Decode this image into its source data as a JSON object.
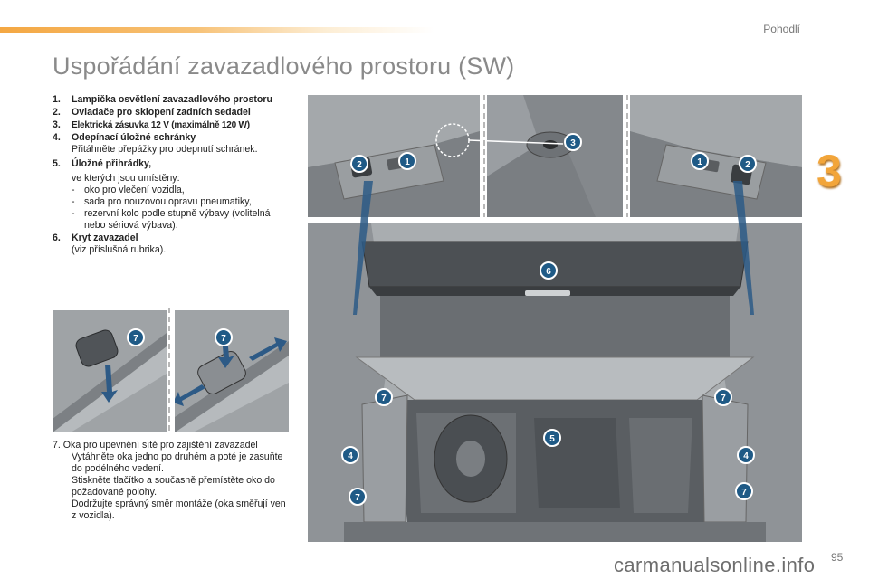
{
  "header": {
    "section": "Pohodlí",
    "chapter": "3",
    "title": "Uspořádání zavazadlového prostoru (SW)"
  },
  "items": [
    {
      "n": "1.",
      "title": "Lampička osvětlení zavazadlového prostoru"
    },
    {
      "n": "2.",
      "title": "Ovladače pro sklopení zadních sedadel"
    },
    {
      "n": "3.",
      "title": "Elektrická zásuvka 12 V (maximálně 120 W)"
    },
    {
      "n": "4.",
      "title": "Odepínací úložné schránky",
      "desc": "Přitáhněte přepážky pro odepnutí schránek."
    },
    {
      "n": "5.",
      "title": "Úložné přihrádky,",
      "desc": "ve kterých jsou umístěny:",
      "dashes": [
        "oko pro vlečení vozidla,",
        "sada pro nouzovou opravu pneumatiky,",
        "rezervní kolo podle stupně výbavy (volitelná nebo sériová výbava)."
      ]
    },
    {
      "n": "6.",
      "title": "Kryt zavazadel",
      "desc": "(viz příslušná rubrika)."
    }
  ],
  "item7": {
    "n": "7.",
    "title": "Oka pro upevnění sítě pro zajištění zavazadel",
    "bullets": [
      "Vytáhněte oka jedno po druhém a poté je zasuňte do podélného vedení.",
      "Stiskněte tlačítko a současně přemístěte oko do požadované polohy.",
      "Dodržujte správný směr montáže (oka směřují ven z vozidla)."
    ]
  },
  "callouts": {
    "c1": "1",
    "c2": "2",
    "c3": "3",
    "c4": "4",
    "c5": "5",
    "c6": "6",
    "c7": "7"
  },
  "dash_mark": "-",
  "bullet_mark": "",
  "footer": {
    "watermark": "carmanualsonline.info",
    "page": "95"
  },
  "colors": {
    "accent": "#f4a742",
    "callout_blue": "#1f5a86",
    "photo_grey": "#8e9296"
  }
}
